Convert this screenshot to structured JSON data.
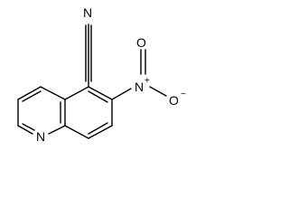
{
  "molecule": {
    "atoms": {
      "n_ring": "N",
      "n_nitrile": "N",
      "n_nitro": "N",
      "o_nitro_right": "O",
      "o_nitro_top": "O"
    },
    "charges": {
      "n_nitro": "+",
      "o_nitro_right": "−"
    },
    "colors": {
      "bond": "#000000",
      "text": "#000000",
      "background": "#ffffff"
    }
  }
}
